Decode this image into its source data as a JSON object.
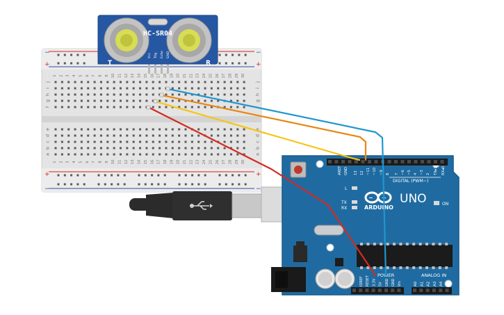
{
  "sensor": {
    "model": "HC-SR04",
    "left_mark": "T",
    "right_mark": "R",
    "pins": [
      "Vcc",
      "Trig",
      "Echo",
      "GND"
    ]
  },
  "breadboard": {
    "row_labels_top": [
      "j",
      "i",
      "h",
      "g",
      "f"
    ],
    "row_labels_bottom": [
      "e",
      "d",
      "c",
      "b",
      "a"
    ],
    "column_numbers": [
      "1",
      "2",
      "3",
      "4",
      "5",
      "6",
      "7",
      "8",
      "9",
      "10",
      "11",
      "12",
      "13",
      "14",
      "15",
      "16",
      "17",
      "18",
      "19",
      "20",
      "21",
      "22",
      "23",
      "24",
      "25",
      "26",
      "27",
      "28",
      "29",
      "30"
    ],
    "rail_plus": "+",
    "rail_minus": "−"
  },
  "arduino": {
    "brand": "ARDUINO",
    "model": "UNO",
    "digital_label": "DIGITAL (PWM~)",
    "top_pins": [
      "AREF",
      "GND",
      "13",
      "12",
      "~11",
      "~10",
      "~9",
      "8",
      "7",
      "~6",
      "~5",
      "4",
      "~3",
      "2",
      "TX▸1",
      "RX◂0"
    ],
    "led_l": "L",
    "led_tx": "TX",
    "led_rx": "RX",
    "on_label": "ON",
    "power_label": "POWER",
    "analog_label": "ANALOG IN",
    "power_pins": [
      "IOREF",
      "RESET",
      "3.3V",
      "5V",
      "GND",
      "GND",
      "Vin"
    ],
    "analog_pins": [
      "A0",
      "A1",
      "A2",
      "A3",
      "A4",
      "A5"
    ]
  },
  "wires": [
    {
      "name": "5V",
      "color": "#d42a22"
    },
    {
      "name": "Trig",
      "color": "#f5c518"
    },
    {
      "name": "Echo",
      "color": "#e98612"
    },
    {
      "name": "GND",
      "color": "#1f96cf"
    }
  ],
  "colors": {
    "board_blue": "#1f6ba1",
    "board_edge": "#185a89",
    "sensor_blue": "#2657a2",
    "breadboard": "#e3e3e3",
    "rail_red": "#d22222",
    "rail_blue": "#2a4fa0"
  }
}
